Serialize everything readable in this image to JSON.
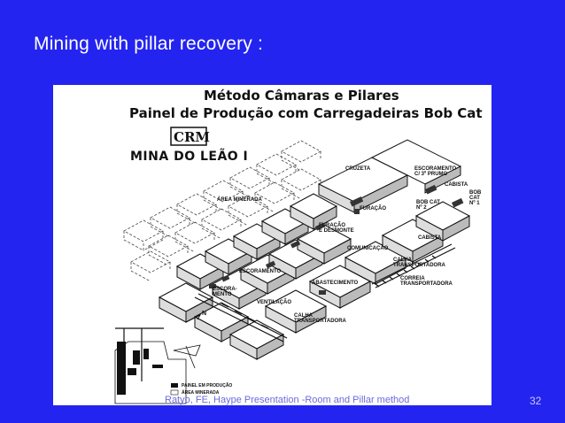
{
  "slide": {
    "title": "Mining with pillar recovery :",
    "footer": "Ratyo, FE, Haype Presentation -Room and Pillar method",
    "page_number": "32"
  },
  "figure": {
    "title": "Método Câmaras e Pilares",
    "subtitle": "Painel de Produção com Carregadeiras Bob Cat",
    "logo_text": "CRM",
    "mine_name": "MINA  DO LEÃO I",
    "labels": {
      "area_minerada": "ÁREA MINERADA",
      "cruzeta": "CRUZETA",
      "escoramento_top": "ESCORAMENTO\nC/ 3º PRUMO",
      "cabista_top": "CABISTA",
      "bob_cat_1": "BOB CAT\nNº 1",
      "bob_cat_2": "BOB CAT\nNº 2",
      "furacao": "FURAÇÃO",
      "furacao_desmonte": "FURAÇÃO\nE DESMONTE",
      "comunicacao": "COMUNICAÇÃO",
      "cabista_mid": "CABISTA",
      "calha_transportadora_right": "CALHA\nTRANSPORTADORA",
      "correia_transportadora": "CORREIA\nTRANSPORTADORA",
      "escoramento_left": "ESCORAMENTO",
      "escoramento_mento": "ESCORA-\nMENTO",
      "abastecimento": "ABASTECIMENTO",
      "ventilacao": "VENTILAÇÃO",
      "calha_transportadora_bottom": "CALHA\nTRANSPORTADORA",
      "north": "N"
    },
    "legend": {
      "painel": "PAINEL EM PRODUÇÃO",
      "area": "ÁREA MINERADA"
    }
  }
}
